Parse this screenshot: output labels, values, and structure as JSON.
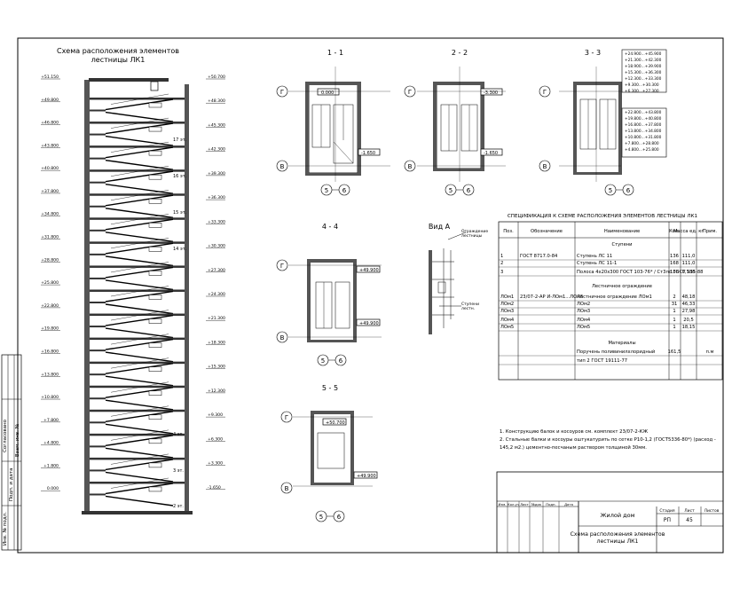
{
  "main_title": [
    "Схема расположения элементов",
    "лестницы ЛК1"
  ],
  "sections": {
    "s11": "1 - 1",
    "s22": "2 - 2",
    "s33": "3 - 3",
    "s44": "4 - 4",
    "s55": "5 - 5",
    "vid_a": "Вид А"
  },
  "axes": {
    "g": "Г",
    "v": "В",
    "a5": "5",
    "a6": "6"
  },
  "level_marks": {
    "s11_bottom": "-1.650",
    "s11_top": "0.000",
    "s22_top": "-3.300",
    "s22_bottom": "-1.650",
    "s44_top": "+49.900",
    "s44_bottom": "+49.900",
    "s55_top": "+50.700",
    "s55_bottom": "+49.900"
  },
  "s33_levels_top": [
    "+24.900...+45.900",
    "+21.300...+42.300",
    "+18.900...+39.900",
    "+15.300...+36.300",
    "+12.300...+33.300",
    "+9.300...+30.300",
    "+6.300...+27.300"
  ],
  "s33_levels_bottom": [
    "+22.800...+43.800",
    "+19.800...+40.800",
    "+16.800...+37.800",
    "+13.800...+34.800",
    "+10.800...+31.800",
    "+7.800...+28.800",
    "+4.800...+25.800"
  ],
  "elev_left_marks": [
    "+51.150",
    "+49.800",
    "+46.800",
    "+43.800",
    "+40.800",
    "+37.800",
    "+34.800",
    "+31.800",
    "+28.800",
    "+25.800",
    "+22.800",
    "+19.800",
    "+16.800",
    "+13.800",
    "+10.800",
    "+7.800",
    "+4.800",
    "+1.800",
    "0.000"
  ],
  "elev_right_marks": [
    "+50.700",
    "+48.300",
    "+45.300",
    "+42.300",
    "+39.300",
    "+36.300",
    "+33.300",
    "+30.300",
    "+27.300",
    "+24.300",
    "+21.300",
    "+18.300",
    "+15.300",
    "+12.300",
    "+9.300",
    "+6.300",
    "+3.300",
    "-1.650"
  ],
  "floor_labels": [
    "17 эт.",
    "16 эт.",
    "15 эт.",
    "14 эт.",
    "4 эт.",
    "3 эт.",
    "2 эт."
  ],
  "vid_a_notes": [
    "Ограждение",
    "лестницы",
    "Ступени",
    "лестн."
  ],
  "spec": {
    "title": "СПЕЦИФИКАЦИЯ К СХЕМЕ РАСПОЛОЖЕНИЯ ЭЛЕМЕНТОВ ЛЕСТНИЦЫ ЛК1",
    "headers": [
      "Поз.",
      "Обозначение",
      "Наименование",
      "Кол.",
      "Масса ед. кг",
      "Прим."
    ],
    "sect_steps": "Ступени",
    "sect_rail": "Лестничное ограждение",
    "sect_mat": "Материалы",
    "rows": [
      [
        "1",
        "ГОСТ 8717.0-84",
        "Ступень ЛС 11",
        "136",
        "111,0",
        ""
      ],
      [
        "2",
        "",
        "Ступень ЛС 11-1",
        "168",
        "111,0",
        ""
      ],
      [
        "3",
        "",
        "Полоса 4х20х300 ГОСТ 103-76* / Ст3пс ГОСТ 535-88",
        "136",
        "0,188",
        ""
      ],
      [
        "ЛОм1",
        "23/07-2-АР И-ЛОм1...ЛОм5",
        "Лестничное ограждение ЛОм1",
        "2",
        "48,18",
        ""
      ],
      [
        "ЛОм2",
        "",
        "ЛОм2",
        "31",
        "46,33",
        ""
      ],
      [
        "ЛОм3",
        "",
        "ЛОм3",
        "1",
        "27,98",
        ""
      ],
      [
        "ЛОм4",
        "",
        "ЛОм4",
        "1",
        "20,5",
        ""
      ],
      [
        "ЛОм5",
        "",
        "ЛОм5",
        "1",
        "18,15",
        ""
      ],
      [
        "",
        "",
        "Поручень поливинилхлоридный",
        "161,5",
        "",
        "п.м"
      ],
      [
        "",
        "",
        "тип 2 ГОСТ 19111-77",
        "",
        "",
        ""
      ]
    ]
  },
  "notes": [
    "1. Конструкцию балок и косоуров см. комплект 23/07-2-КЖ",
    "2. Стальные балки и косоуры оштукатурить по сетке Р10-1,2 (ГОСТ5336-80*) (расход -",
    "145,2 м2.) цементно-песчаным раствором толщиной 30мм."
  ],
  "stamp": {
    "building": "Жилой дом",
    "sheet_title": [
      "Схема расположения элементов",
      "лестницы ЛК1"
    ],
    "stage_h": "Стадия",
    "sheet_h": "Лист",
    "sheets_h": "Листов",
    "stage": "РП",
    "sheet": "45",
    "cols": [
      "Изм.",
      "Кол.уч",
      "Лист",
      "№док",
      "Подп.",
      "Дата"
    ]
  },
  "left_margin": [
    "Инв. № подл.",
    "Подп. и дата",
    "Взам. инв. №",
    "Согласовано"
  ]
}
